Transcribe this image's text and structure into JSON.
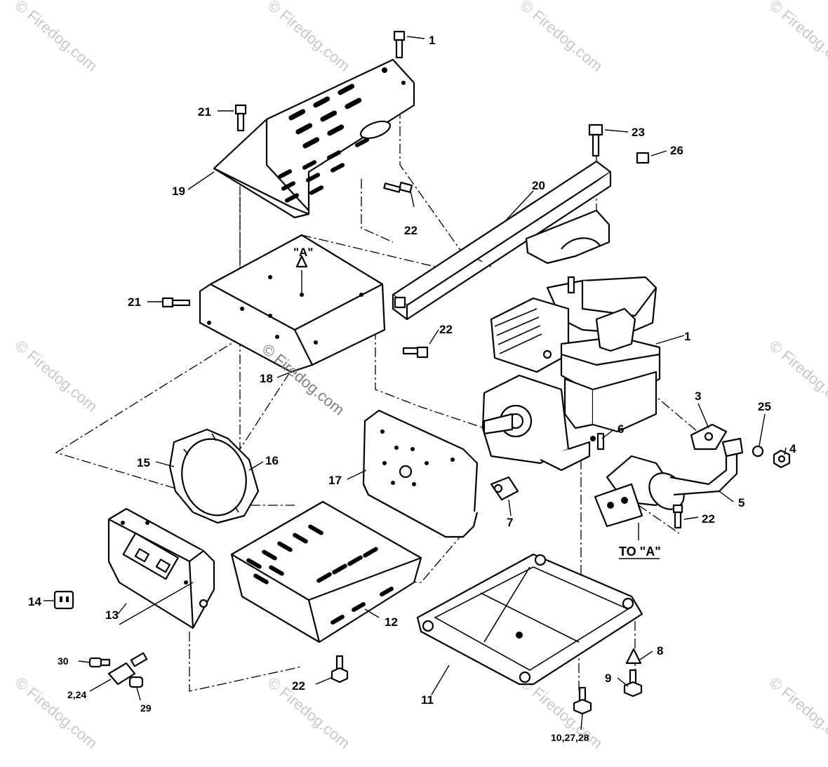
{
  "watermark": {
    "text": "© Firedog.com",
    "center_text": "© Firedog.com"
  },
  "callouts": {
    "c1_top": "1",
    "c1_engine": "1",
    "c21_top": "21",
    "c19": "19",
    "c22_a": "22",
    "c23": "23",
    "c26": "26",
    "c20": "20",
    "c21_left": "21",
    "c18": "18",
    "c22_b": "22",
    "c3": "3",
    "c25": "25",
    "c4": "4",
    "c6": "6",
    "c15": "15",
    "c16": "16",
    "c17": "17",
    "c7": "7",
    "c5": "5",
    "c22_c": "22",
    "c14": "14",
    "c13": "13",
    "c12": "12",
    "c8": "8",
    "c9": "9",
    "c11": "11",
    "c30": "30",
    "c2_24": "2,24",
    "c29": "29",
    "c22_d": "22",
    "c10_27_28": "10,27,28"
  },
  "labels": {
    "ref_a": "\"A\"",
    "to_a": "TO \"A\""
  }
}
